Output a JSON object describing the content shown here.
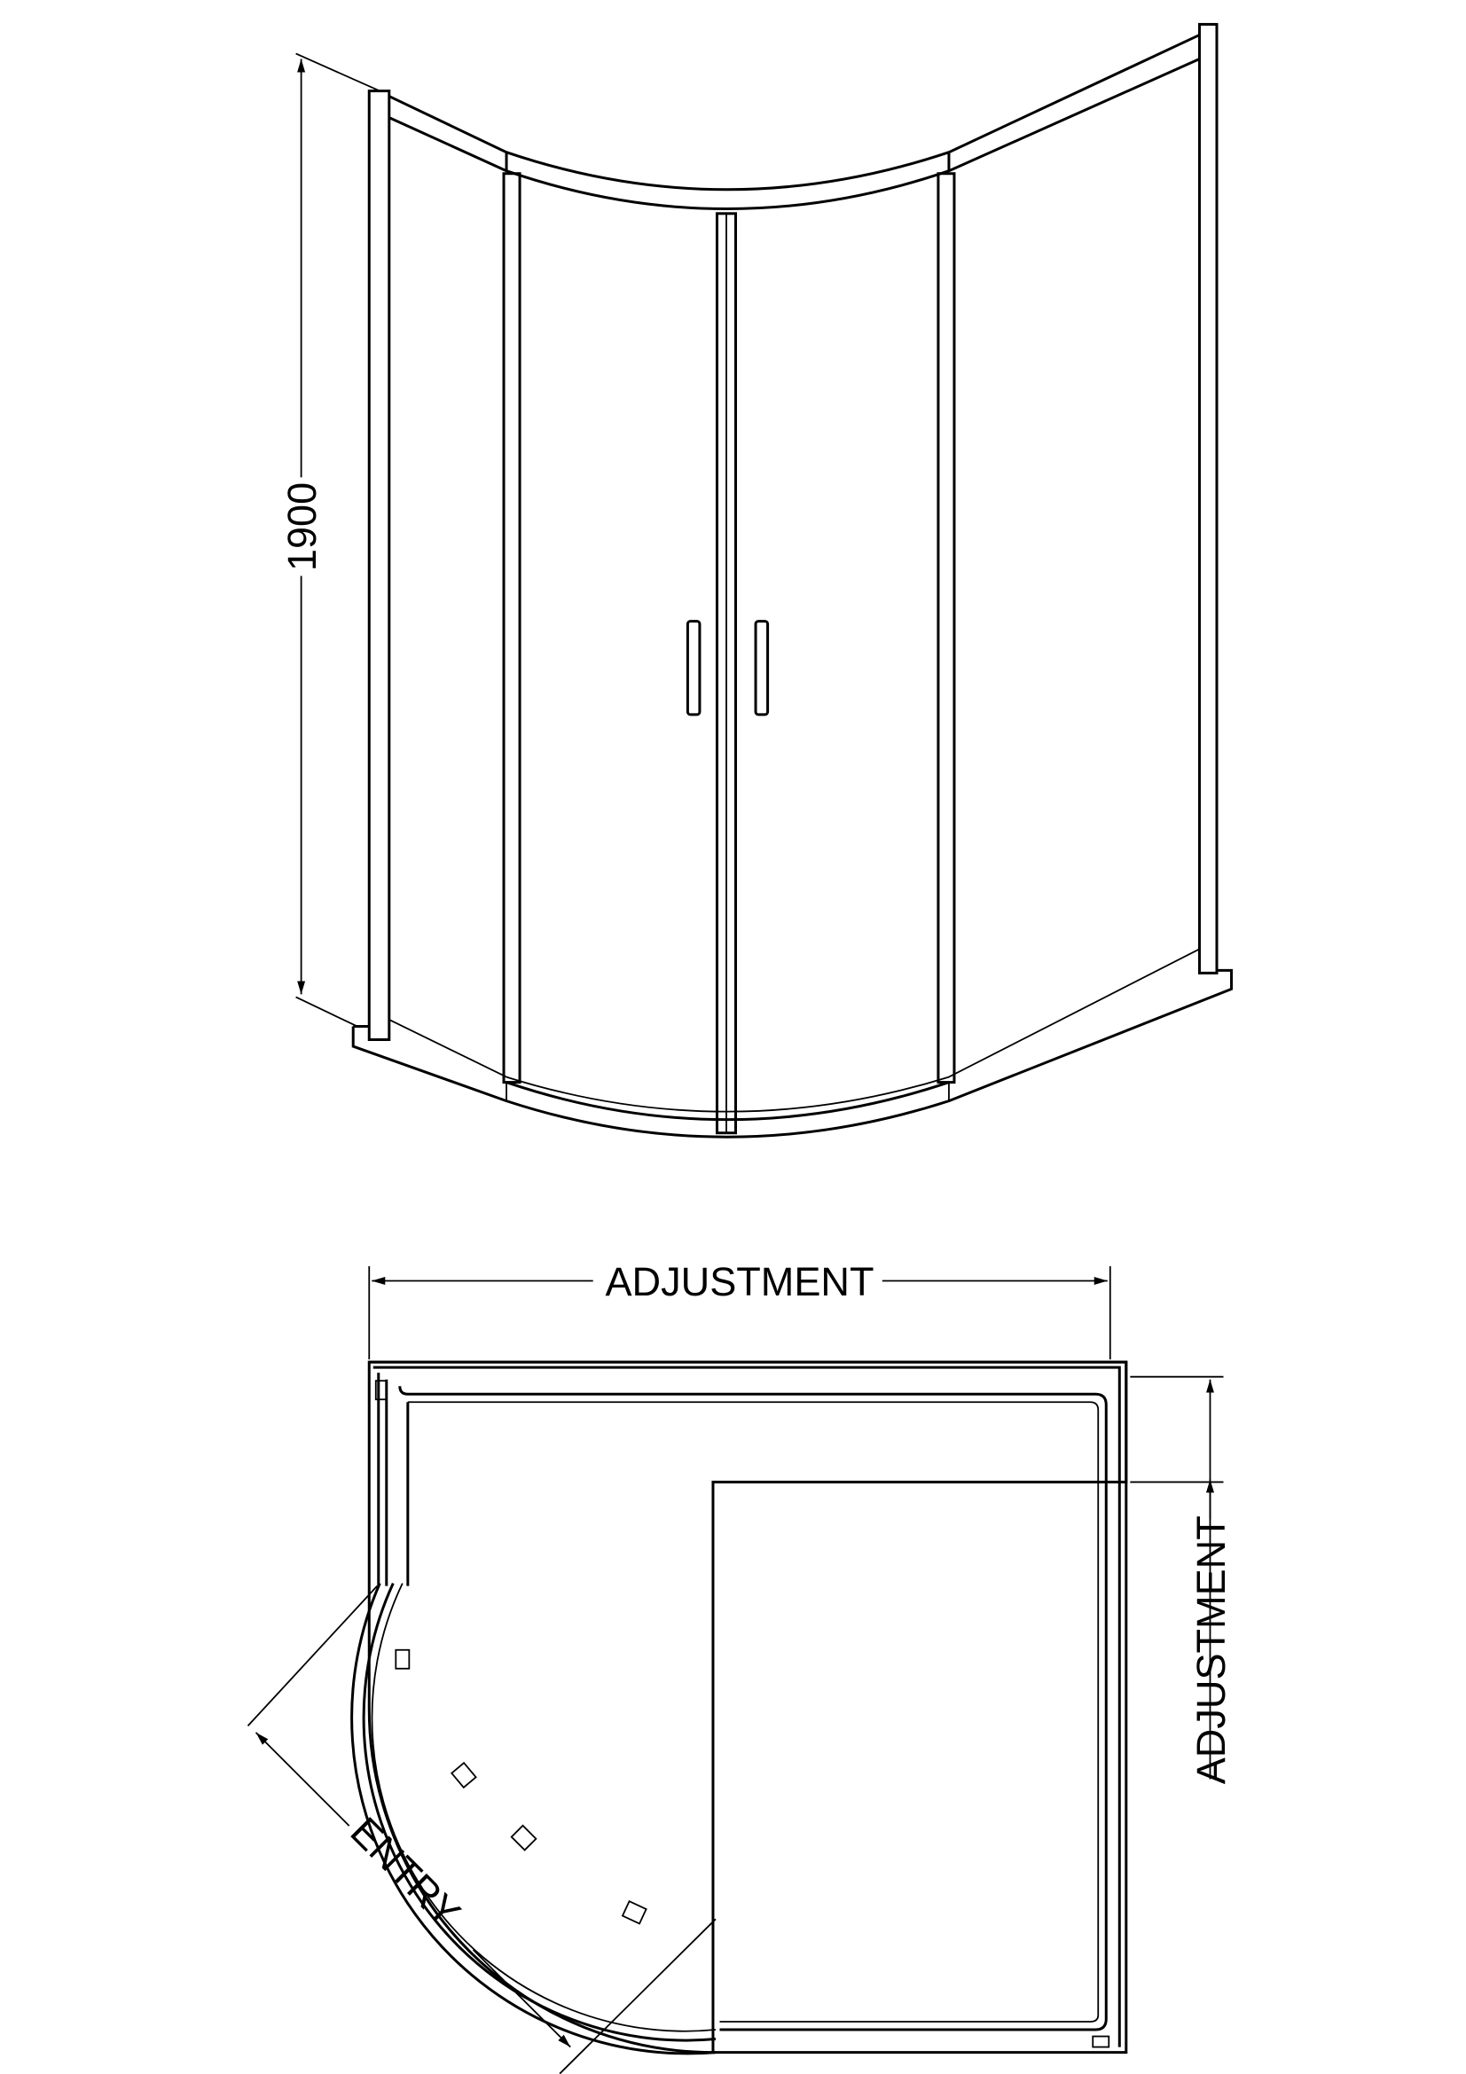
{
  "elevation": {
    "height_label": "1900"
  },
  "plan": {
    "width_label": "ADJUSTMENT",
    "depth_label": "ADJUSTMENT",
    "entry_label": "ENTRY"
  },
  "colors": {
    "line": "#000000",
    "background": "#ffffff"
  }
}
